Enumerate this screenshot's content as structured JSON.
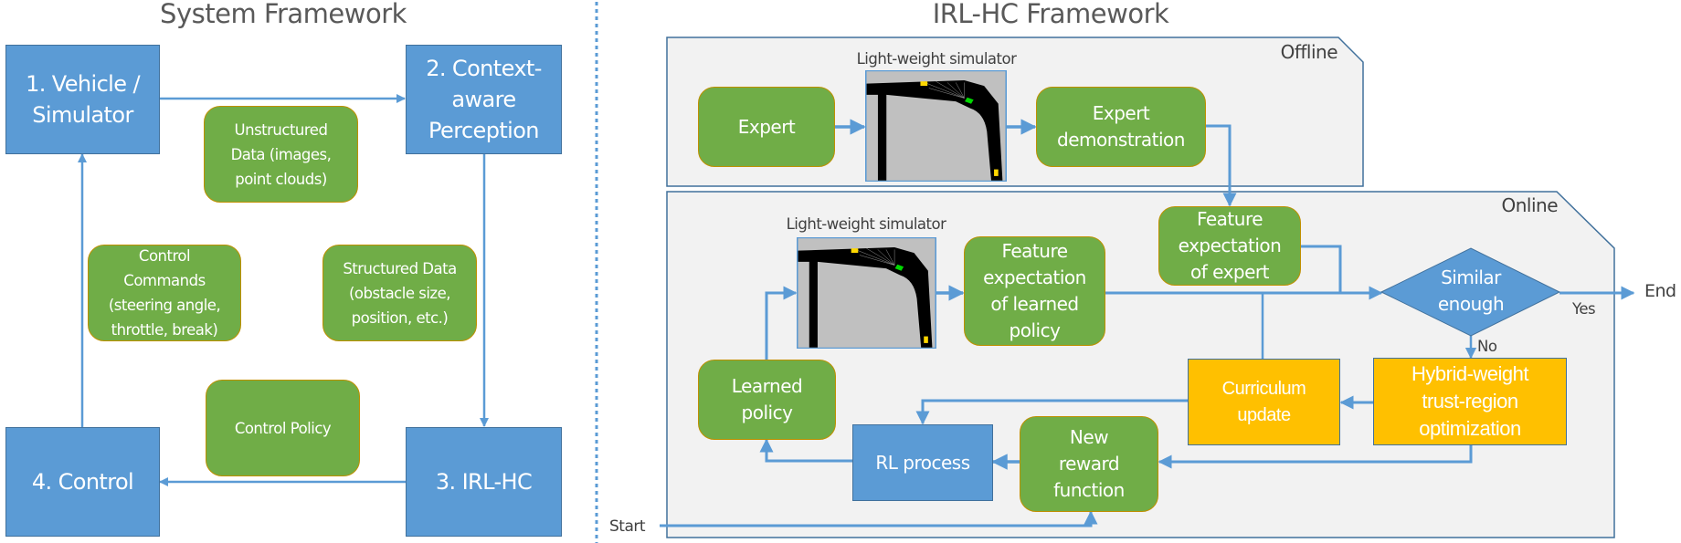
{
  "left_panel": {
    "title": "System Framework",
    "boxes": {
      "vehicle": "1. Vehicle  /\nSimulator",
      "perception": "2. Context-\naware\nPerception",
      "irlhc": "3. IRL-HC",
      "control": "4. Control"
    },
    "data_labels": {
      "unstructured": "Unstructured\nData (images,\npoint clouds)",
      "control_commands": "Control\nCommands\n(steering angle,\nthrottle, break)",
      "structured": "Structured Data\n(obstacle size,\nposition, etc.)",
      "control_policy": "Control Policy"
    }
  },
  "right_panel": {
    "title": "IRL-HC Framework",
    "offline": {
      "label": "Offline",
      "simulator_label": "Light-weight simulator",
      "expert": "Expert",
      "expert_demonstration": "Expert\ndemonstration"
    },
    "online": {
      "label": "Online",
      "simulator_label": "Light-weight simulator",
      "feature_expectation_expert": "Feature\nexpectation\nof expert",
      "feature_expectation_learned": "Feature\nexpectation\nof learned\npolicy",
      "decision": "Similar\nenough",
      "yes": "Yes",
      "no": "No",
      "end": "End",
      "start": "Start",
      "curriculum_update": "Curriculum\nupdate",
      "hybrid_weight": "Hybrid-weight\ntrust-region\noptimization",
      "learned_policy": "Learned\npolicy",
      "rl_process": "RL process",
      "new_reward": "New\nreward\nfunction"
    }
  },
  "colors": {
    "blue": "#5b9bd5",
    "green": "#70ad47",
    "orange": "#ffc000",
    "panel_fill": "#f2f2f2",
    "panel_border": "#41719c"
  }
}
